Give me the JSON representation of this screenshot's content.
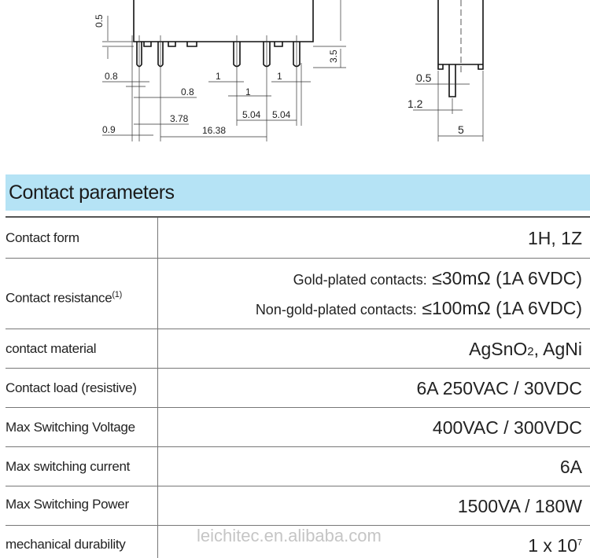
{
  "drawing": {
    "dims": {
      "d05_left": "0.5",
      "d35": "3.5",
      "d08a": "0.8",
      "d08b": "0.8",
      "d1a": "1",
      "d1b": "1",
      "d1c": "1",
      "d504a": "5.04",
      "d504b": "5.04",
      "d378": "3.78",
      "d09": "0.9",
      "d1638": "16.38",
      "d05_right": "0.5",
      "d12": "1.2",
      "d5": "5"
    }
  },
  "section": {
    "title": "Contact parameters",
    "header_color": "#b5e3f5"
  },
  "watermark": "leichitec.en.alibaba.com",
  "rows": [
    {
      "label": "Contact form",
      "value": "1H, 1Z"
    },
    {
      "label": "Contact resistance",
      "sup": "(1)",
      "lines": [
        {
          "prefix": "Gold-plated contacts:",
          "value": "≤30mΩ (1A  6VDC)"
        },
        {
          "prefix": "Non-gold-plated contacts:",
          "value": "≤100mΩ (1A  6VDC)"
        }
      ]
    },
    {
      "label": "contact material",
      "value": "AgSnO",
      "value_sub": "2",
      "value_tail": ", AgNi"
    },
    {
      "label": "Contact load (resistive)",
      "value": "6A  250VAC / 30VDC"
    },
    {
      "label": "Max Switching Voltage",
      "value": "400VAC / 300VDC"
    },
    {
      "label": "Max switching current",
      "value": "6A"
    },
    {
      "label": "Max Switching Power",
      "value": "1500VA / 180W"
    },
    {
      "label": "mechanical durability",
      "value": "1 x 10",
      "value_sup": "7"
    }
  ]
}
